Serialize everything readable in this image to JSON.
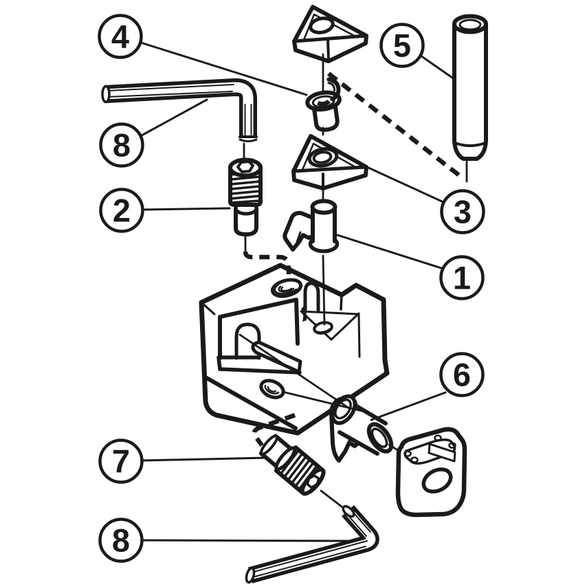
{
  "figure": {
    "background_color": "#ffffff",
    "line_color": "#1a1a1a"
  },
  "callouts": [
    {
      "id": "callout-4",
      "label": "4"
    },
    {
      "id": "callout-8-top",
      "label": "8"
    },
    {
      "id": "callout-2",
      "label": "2"
    },
    {
      "id": "callout-5",
      "label": "5"
    },
    {
      "id": "callout-3",
      "label": "3"
    },
    {
      "id": "callout-1",
      "label": "1"
    },
    {
      "id": "callout-6",
      "label": "6"
    },
    {
      "id": "callout-7",
      "label": "7"
    },
    {
      "id": "callout-8-bottom",
      "label": "8"
    }
  ]
}
